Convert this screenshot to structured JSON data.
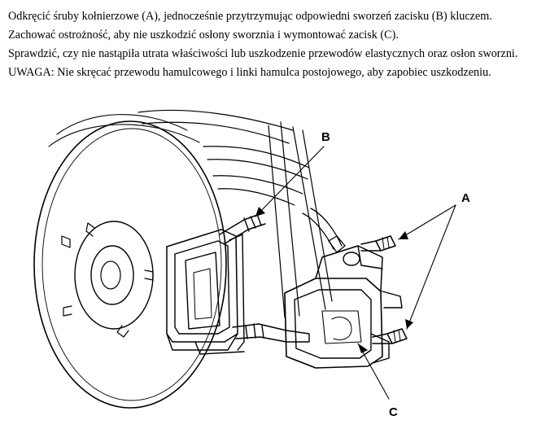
{
  "instructions": {
    "line1": "Odkręcić śruby kołnierzowe (A), jednocześnie przytrzymując odpowiedni sworzeń zacisku (B) kluczem.",
    "line2": "Zachować ostrożność, aby nie uszkodzić osłony sworznia i wymontować zacisk (C).",
    "line3": "Sprawdzić, czy nie nastąpiła utrata właściwości lub uszkodzenie przewodów elastycznych oraz osłon sworzni.",
    "line4": "UWAGA: Nie skręcać przewodu hamulcowego i linki hamulca postojowego, aby zapobiec uszkodzeniu."
  },
  "figure": {
    "callouts": {
      "a": "A",
      "b": "B",
      "c": "C"
    }
  }
}
